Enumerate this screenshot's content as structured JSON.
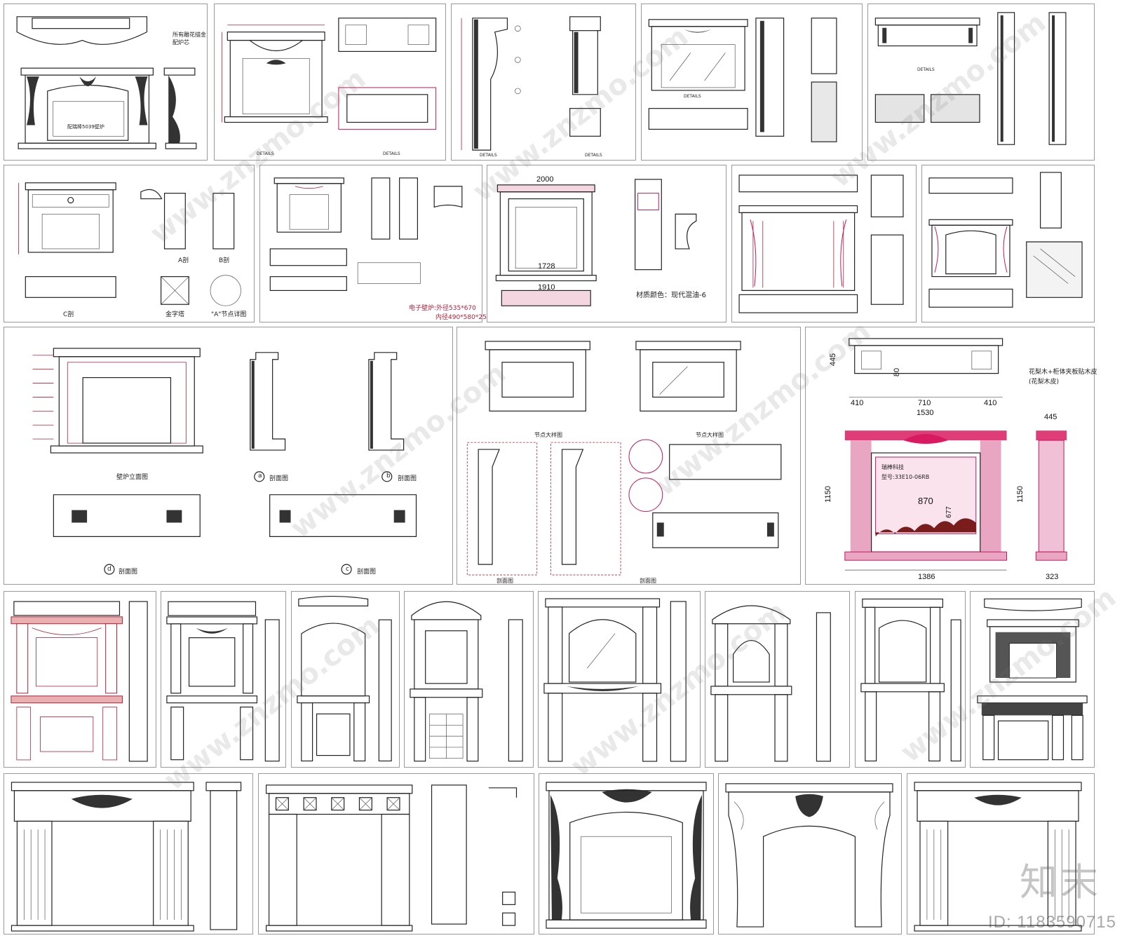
{
  "row1": {
    "p1_note": "所有雕花描金\n配炉芯",
    "p1_insert": "配瑞棒5039壁炉",
    "details_label": "DETAILS"
  },
  "row2": {
    "r2p1_sections": [
      "A剖",
      "B剖",
      "C剖",
      "金字塔",
      "\"A\"节点详图"
    ],
    "r2p2_fire": "电子壁炉:外径535*670",
    "r2p2_fire2": "内径490*580*250",
    "r2p3_material": "材质颜色：现代混油-6",
    "r2p3_dims": [
      "2000",
      "1728",
      "1910"
    ]
  },
  "row3": {
    "p1_captions": [
      "壁炉立面图",
      "剖面图",
      "剖面图",
      "剖面图",
      "剖面图"
    ],
    "p1_circles": [
      "a",
      "b",
      "d",
      "c"
    ],
    "p2_captions": [
      "节点大样图",
      "节点大样图",
      "剖面图",
      "剖面图"
    ],
    "p3": {
      "material": "花梨木+柜体夹板贴木皮",
      "material2": "(花梨木皮)",
      "top_dims": [
        "410",
        "710",
        "410"
      ],
      "depth": "445",
      "plinth": "80",
      "total_width": "1530",
      "height": "1150",
      "base_width": "1386",
      "side_depth_top": "445",
      "side_depth_base": "323",
      "brand": "瑞棒科技",
      "model": "型号:33E10-06RB",
      "opening": "870",
      "opening_h": "677"
    }
  },
  "watermark": "www.znzmo.com",
  "logo_text": "知末",
  "image_id": "ID: 1183590715"
}
